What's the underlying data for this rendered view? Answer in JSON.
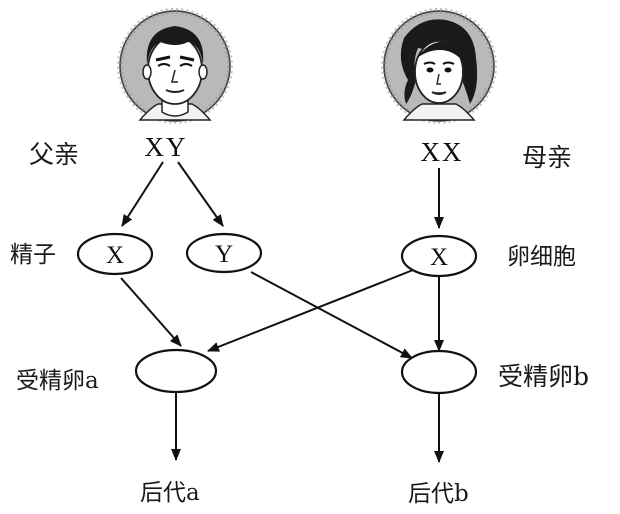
{
  "father": {
    "label": "父亲",
    "genotype": "XY"
  },
  "mother": {
    "label": "母亲",
    "genotype": "XX"
  },
  "sperm": {
    "label": "精子",
    "gametes": [
      "X",
      "Y"
    ]
  },
  "egg": {
    "label": "卵细胞",
    "gamete": "X"
  },
  "zygote_a": {
    "label": "受精卵a"
  },
  "zygote_b": {
    "label": "受精卵b"
  },
  "offspring_a": {
    "label": "后代a"
  },
  "offspring_b": {
    "label": "后代b"
  }
}
